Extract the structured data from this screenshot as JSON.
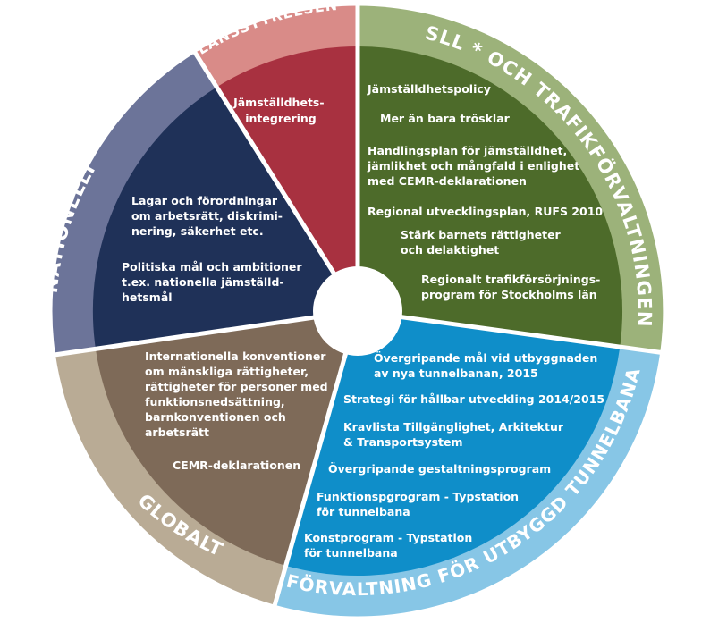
{
  "colors": {
    "nationellt_outer": "#6c7499",
    "nationellt_inner": "#1f3158",
    "lansstyrelsen_outer": "#d98b88",
    "lansstyrelsen_inner": "#a83140",
    "sll_outer": "#9cb27a",
    "sll_inner": "#4d6b2a",
    "forvaltning_outer": "#87c6e6",
    "forvaltning_inner": "#0f8ec9",
    "globalt_outer": "#b9ab95",
    "globalt_inner": "#7e6a58",
    "center": "#ffffff",
    "separator": "#ffffff"
  },
  "ring": {
    "nationellt": "NATIONELLT",
    "lansstyrelsen": "LÄNSSTYRELSEN",
    "sll": "SLL * OCH TRAFIKFÖRVALTNINGEN",
    "forvaltning": "FÖRVALTNING FÖR UTBYGGD TUNNELBANA",
    "globalt": "GLOBALT"
  },
  "sectors": {
    "lansstyrelsen": {
      "items": [
        [
          "Jämställdhets-",
          "integrering"
        ]
      ]
    },
    "nationellt": {
      "items": [
        [
          "Lagar och förordningar",
          "om arbetsrätt, diskrimi-",
          "nering, säkerhet etc."
        ],
        [
          "Politiska mål och ambitioner",
          "t.ex. nationella jämställd-",
          "hetsmål"
        ]
      ]
    },
    "sll": {
      "items": [
        [
          "Jämställdhetspolicy"
        ],
        [
          "Mer än bara trösklar"
        ],
        [
          "Handlingsplan för jämställdhet,",
          "jämlikhet och mångfald i enlighet",
          "med CEMR-deklarationen"
        ],
        [
          "Regional utvecklingsplan, RUFS 2010"
        ],
        [
          "Stärk barnets rättigheter",
          "och delaktighet"
        ],
        [
          "Regionalt trafikförsörjnings-",
          "program för Stockholms län"
        ]
      ]
    },
    "globalt": {
      "items": [
        [
          "Internationella konventioner",
          "om mänskliga rättigheter,",
          "rättigheter för personer med",
          "funktionsnedsättning,",
          "barnkonventionen och",
          "arbetsrätt"
        ],
        [
          "CEMR-deklarationen"
        ]
      ]
    },
    "forvaltning": {
      "items": [
        [
          "Övergripande mål vid utbyggnaden",
          "av nya tunnelbanan, 2015"
        ],
        [
          "Strategi för hållbar utveckling 2014/2015"
        ],
        [
          "Kravlista Tillgänglighet, Arkitektur",
          "& Transportsystem"
        ],
        [
          "Övergripande gestaltningsprogram"
        ],
        [
          "Funktionspgrogram - Typstation",
          "för tunnelbana"
        ],
        [
          "Konstprogram - Typstation",
          "för tunnelbana"
        ]
      ]
    }
  }
}
